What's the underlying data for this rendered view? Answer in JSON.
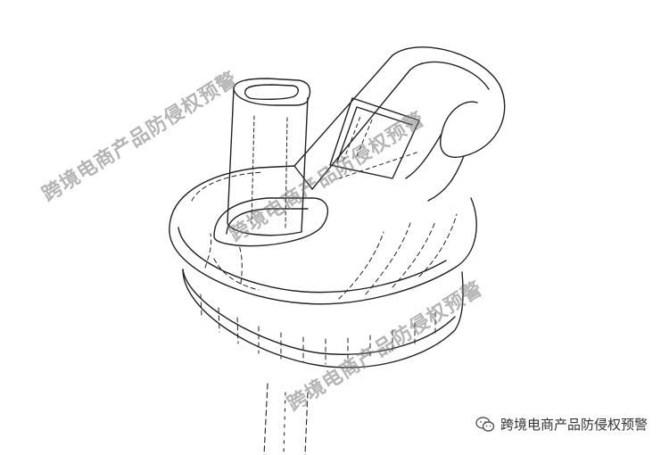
{
  "watermarks": [
    "跨境电商产品防侵权预警",
    "跨境电商产品防侵权预警",
    "跨境电商产品防侵权预警"
  ],
  "credit": {
    "icon": "wechat-icon",
    "text": "跨境电商产品防侵权预警"
  },
  "colors": {
    "line": "#222222",
    "watermark": "#8a8a8a"
  }
}
